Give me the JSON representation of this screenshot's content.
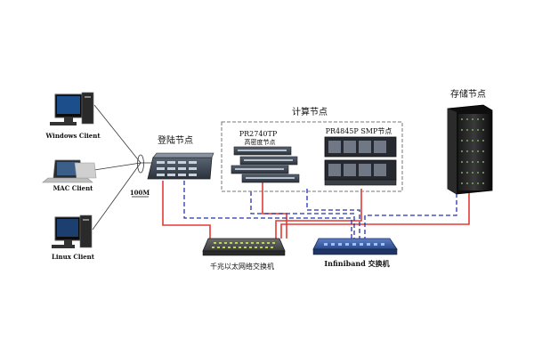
{
  "labels": {
    "windows_client": "Windows Client",
    "mac_client": "MAC Client",
    "linux_client": "Linux Client",
    "speed": "100M",
    "login_node": "登陆节点",
    "compute_node": "计算节点",
    "pr2740tp": "PR2740TP",
    "pr2740tp_sub": "高密度节点",
    "pr4845p": "PR4845P SMP节点",
    "storage_node": "存储节点",
    "gigabit_switch": "千兆以太网络交换机",
    "infiniband_switch": "Infiniband 交换机"
  },
  "legend": {
    "ethernet_link_color": "#e53935",
    "infiniband_link_color": "#2233bb"
  }
}
